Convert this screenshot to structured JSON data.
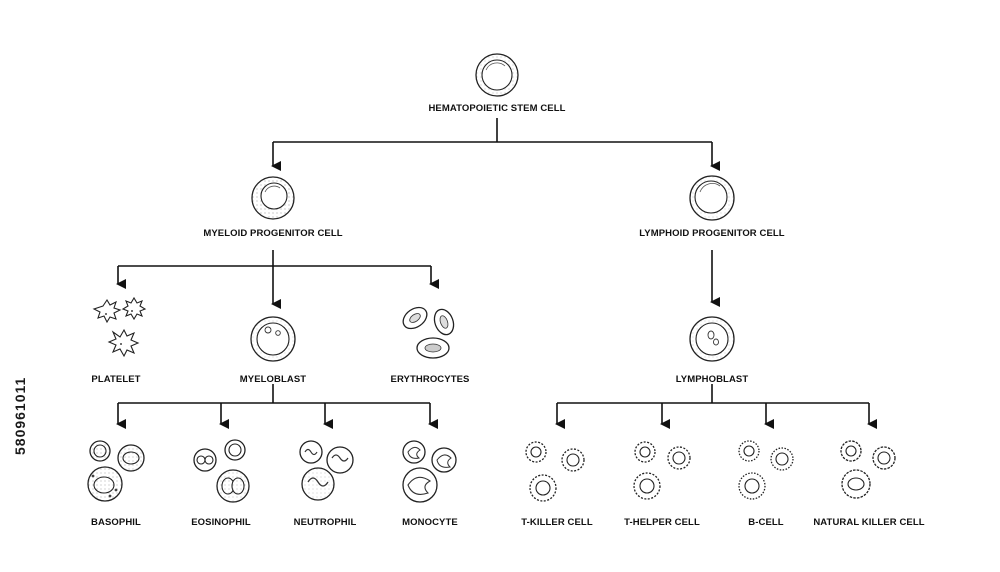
{
  "nodes": {
    "stem": "HEMATOPOIETIC STEM CELL",
    "myeloid": "MYELOID PROGENITOR CELL",
    "lymphoid": "LYMPHOID PROGENITOR CELL",
    "platelet": "PLATELET",
    "myeloblast": "MYELOBLAST",
    "erythrocytes": "ERYTHROCYTES",
    "lymphoblast": "LYMPHOBLAST",
    "basophil": "BASOPHIL",
    "eosinophil": "EOSINOPHIL",
    "neutrophil": "NEUTROPHIL",
    "monocyte": "MONOCYTE",
    "tkiller": "T-KILLER CELL",
    "thelper": "T-HELPER CELL",
    "bcell": "B-CELL",
    "nk": "NATURAL KILLER CELL"
  },
  "watermark": {
    "id_text": "580961011"
  }
}
